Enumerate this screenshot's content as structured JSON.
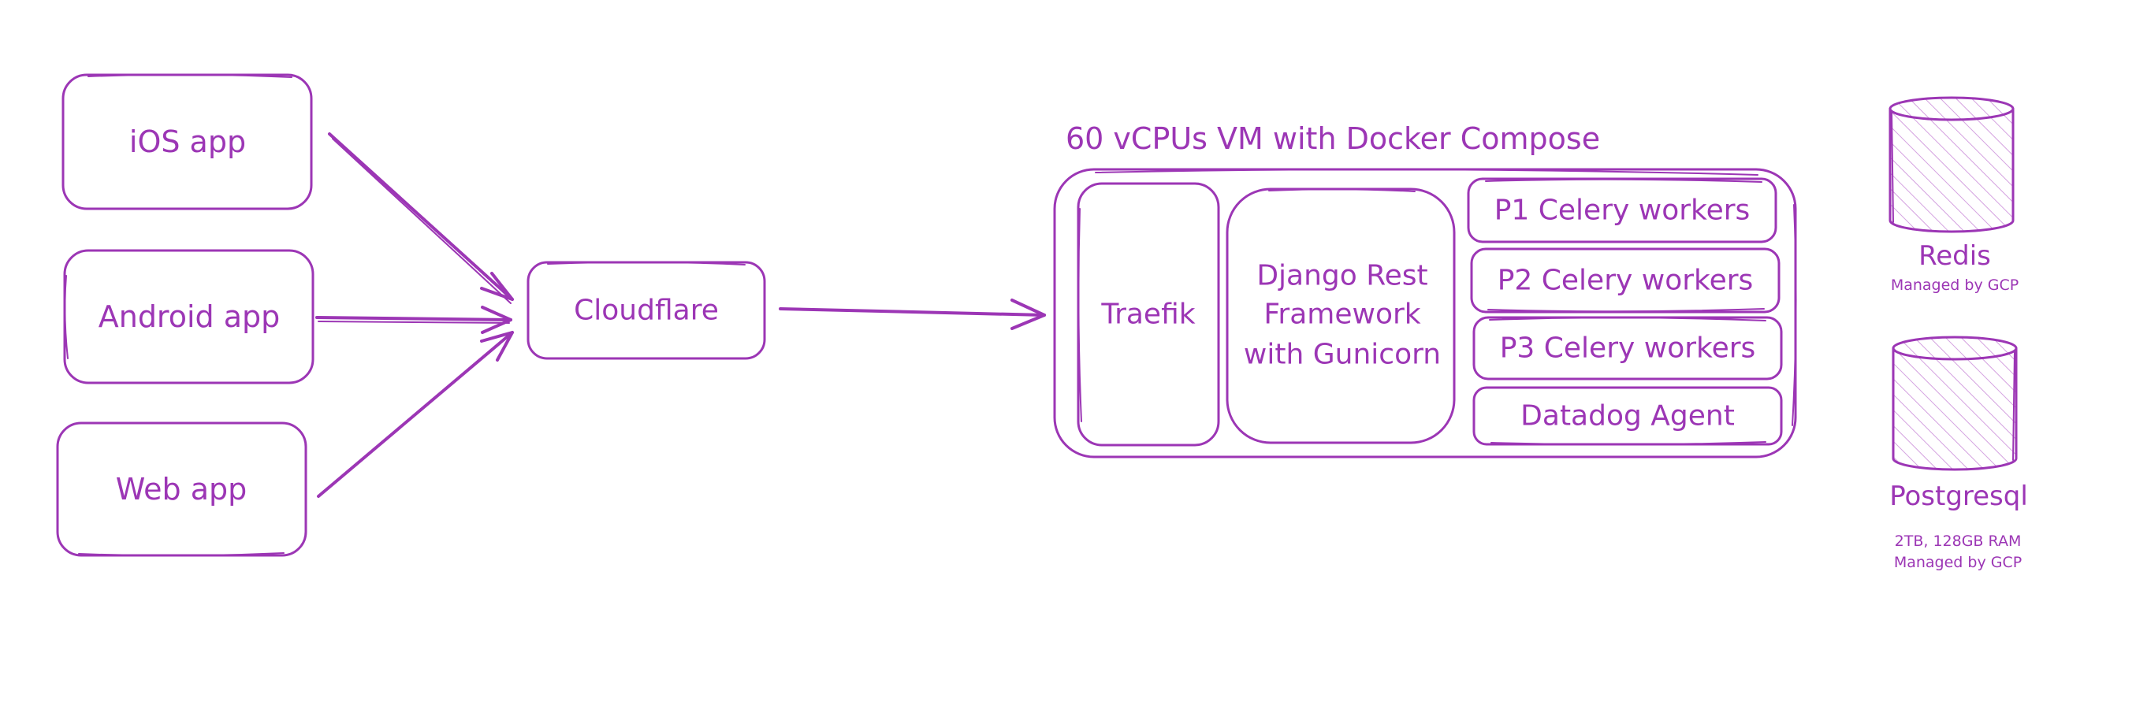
{
  "clients": {
    "ios": "iOS app",
    "android": "Android app",
    "web": "Web app"
  },
  "cdn": "Cloudflare",
  "vm": {
    "title": "60 vCPUs VM with Docker Compose",
    "traefik": "Traefik",
    "django": [
      "Django Rest",
      "Framework",
      "with Gunicorn"
    ],
    "workers": [
      "P1 Celery workers",
      "P2 Celery workers",
      "P3 Celery workers",
      "Datadog Agent"
    ]
  },
  "databases": {
    "redis": {
      "name": "Redis",
      "note": "Managed by GCP"
    },
    "postgres": {
      "name": "Postgresql",
      "spec": "2TB, 128GB RAM",
      "note": "Managed by GCP"
    }
  },
  "colors": {
    "stroke": "#9c36b5",
    "hatch": "#c98ad8"
  },
  "icons": {
    "database": "cylinder-icon",
    "arrow": "arrow-right-icon"
  }
}
